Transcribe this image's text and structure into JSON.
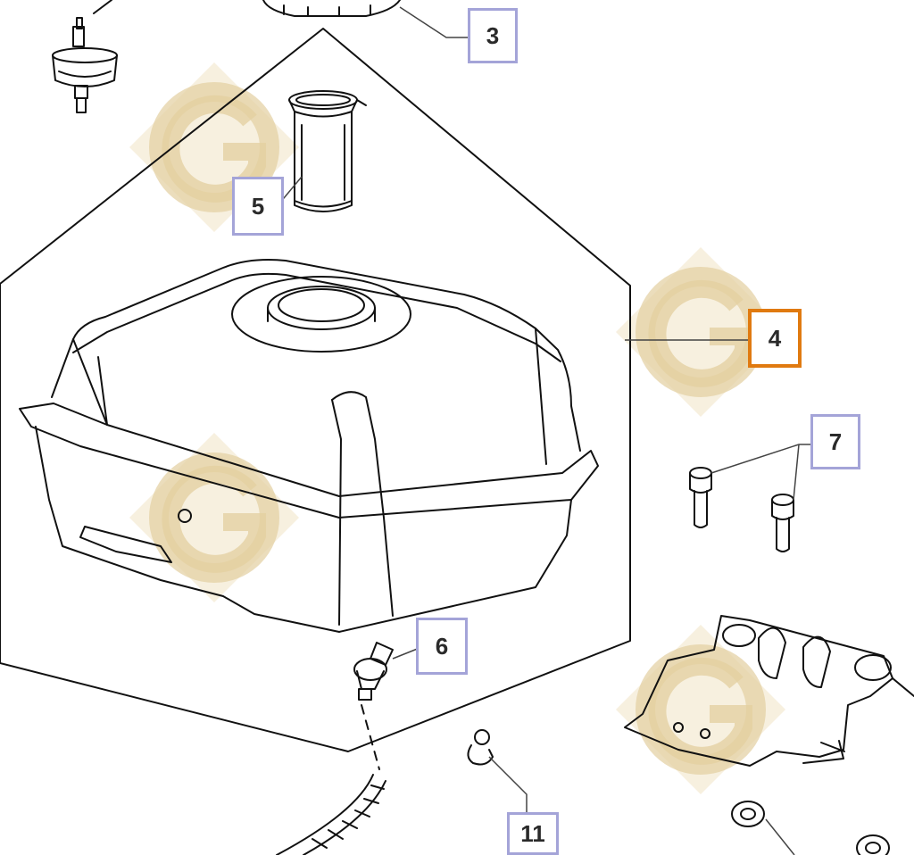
{
  "colors": {
    "line": "#111111",
    "callout_border": "#a4a4d8",
    "callout_highlight": "#e07a10",
    "watermark": "#e8d6ad"
  },
  "callouts": [
    {
      "id": "3",
      "label": "3",
      "highlighted": false
    },
    {
      "id": "5",
      "label": "5",
      "highlighted": false
    },
    {
      "id": "4",
      "label": "4",
      "highlighted": true
    },
    {
      "id": "7",
      "label": "7",
      "highlighted": false
    },
    {
      "id": "6",
      "label": "6",
      "highlighted": false
    },
    {
      "id": "11",
      "label": "11",
      "highlighted": false
    }
  ],
  "watermark": {
    "icon": "g-diamond-logo-icon",
    "letter": "G"
  }
}
